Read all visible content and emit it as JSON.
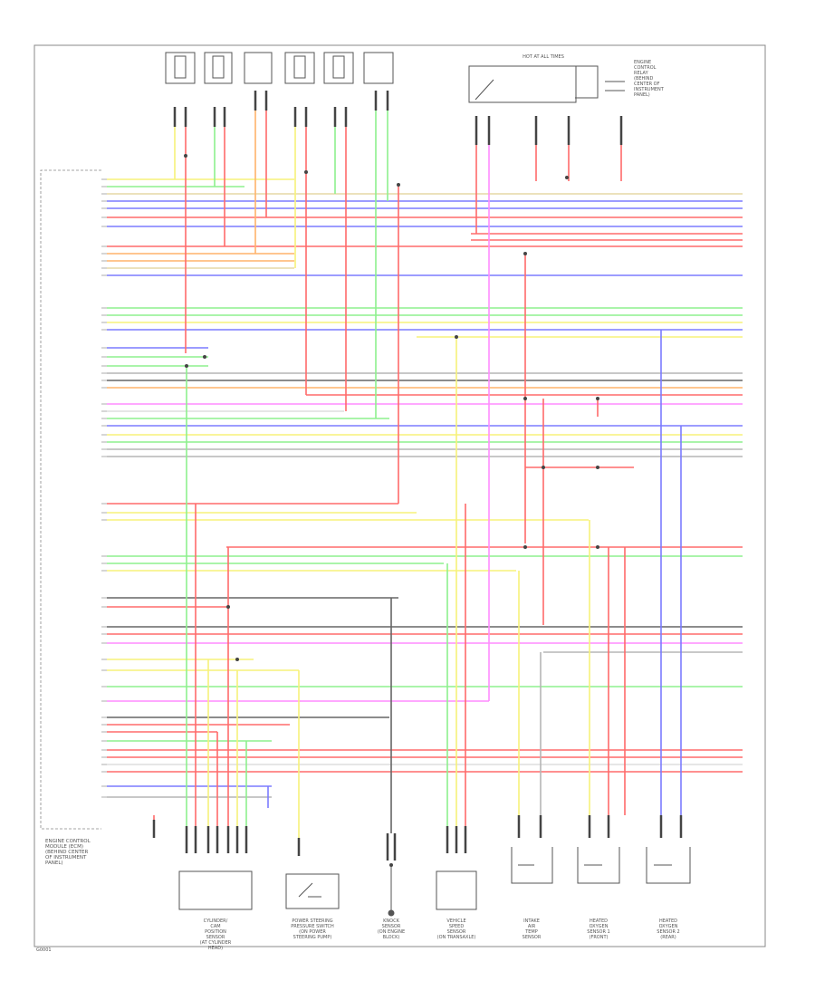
{
  "diagram": {
    "footer_code": "G0001",
    "ecm_label_lines": [
      "ENGINE CONTROL",
      "MODULE (ECM)",
      "(BEHIND CENTER",
      "OF INSTRUMENT",
      "PANEL)"
    ],
    "bottom_components": [
      {
        "id": "cam",
        "lines": [
          "CYLINDER/",
          "CAM",
          "POSITION",
          "SENSOR",
          "(AT CYLINDER",
          "HEAD)"
        ]
      },
      {
        "id": "psw",
        "lines": [
          "POWER STEERING",
          "PRESSURE SWITCH",
          "(ON POWER",
          "STEERING PUMP)"
        ]
      },
      {
        "id": "knock",
        "lines": [
          "KNOCK",
          "SENSOR",
          "(ON ENGINE",
          "BLOCK)"
        ]
      },
      {
        "id": "vss",
        "lines": [
          "VEHICLE",
          "SPEED",
          "SENSOR",
          "(ON TRANSAXLE)"
        ]
      },
      {
        "id": "iat",
        "lines": [
          "INTAKE",
          "AIR",
          "TEMP",
          "SENSOR"
        ]
      },
      {
        "id": "ho2s1",
        "lines": [
          "HEATED",
          "OXYGEN",
          "SENSOR 1",
          "(FRONT)"
        ]
      },
      {
        "id": "ho2s2",
        "lines": [
          "HEATED",
          "OXYGEN",
          "SENSOR 2",
          "(REAR)"
        ]
      }
    ],
    "top_relay_label": [
      "HOT AT ALL TIMES"
    ],
    "right_block_label": [
      "ENGINE",
      "CONTROL",
      "RELAY",
      "(BEHIND",
      "CENTER OF",
      "INSTRUMENT",
      "PANEL)"
    ]
  }
}
